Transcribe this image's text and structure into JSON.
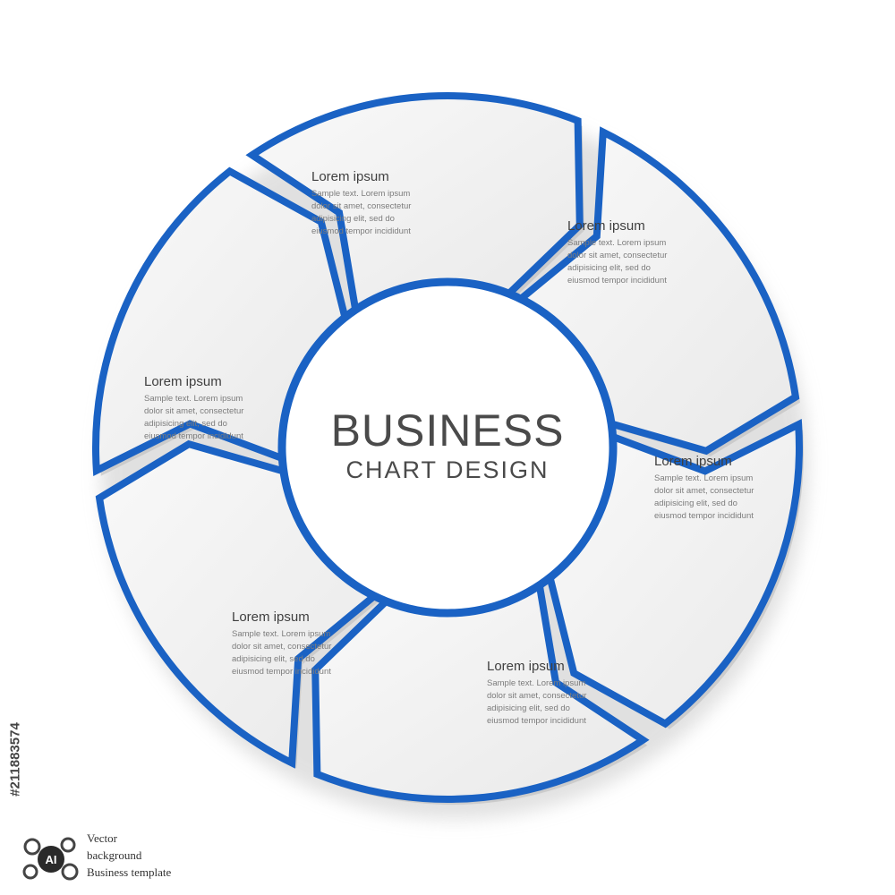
{
  "center": {
    "title": "BUSINESS",
    "subtitle": "CHART DESIGN"
  },
  "segments": [
    {
      "title": "Lorem ipsum",
      "body": "Sample text. Lorem ipsum dolor sit amet, consectetur adipisicing elit, sed do eiusmod tempor incididunt"
    },
    {
      "title": "Lorem ipsum",
      "body": "Sample text. Lorem ipsum dolor sit amet, consectetur adipisicing elit, sed do eiusmod tempor incididunt"
    },
    {
      "title": "Lorem ipsum",
      "body": "Sample text. Lorem ipsum dolor sit amet, consectetur adipisicing elit, sed do eiusmod tempor incididunt"
    },
    {
      "title": "Lorem ipsum",
      "body": "Sample text. Lorem ipsum dolor sit amet, consectetur adipisicing elit, sed do eiusmod tempor incididunt"
    },
    {
      "title": "Lorem ipsum",
      "body": "Sample text. Lorem ipsum dolor sit amet, consectetur adipisicing elit, sed do eiusmod tempor incididunt"
    },
    {
      "title": "Lorem ipsum",
      "body": "Sample text. Lorem ipsum dolor sit amet, consectetur adipisicing elit, sed do eiusmod tempor incididunt"
    }
  ],
  "stock_id": "#211883574",
  "footer": {
    "line1": "Vector",
    "line2": "background",
    "line3": "Business template",
    "logo_text": "AI"
  },
  "colors": {
    "border": "#1a62c4",
    "fill": "#f4f4f4",
    "text": "#3f3f3f",
    "background": "#ffffff"
  }
}
